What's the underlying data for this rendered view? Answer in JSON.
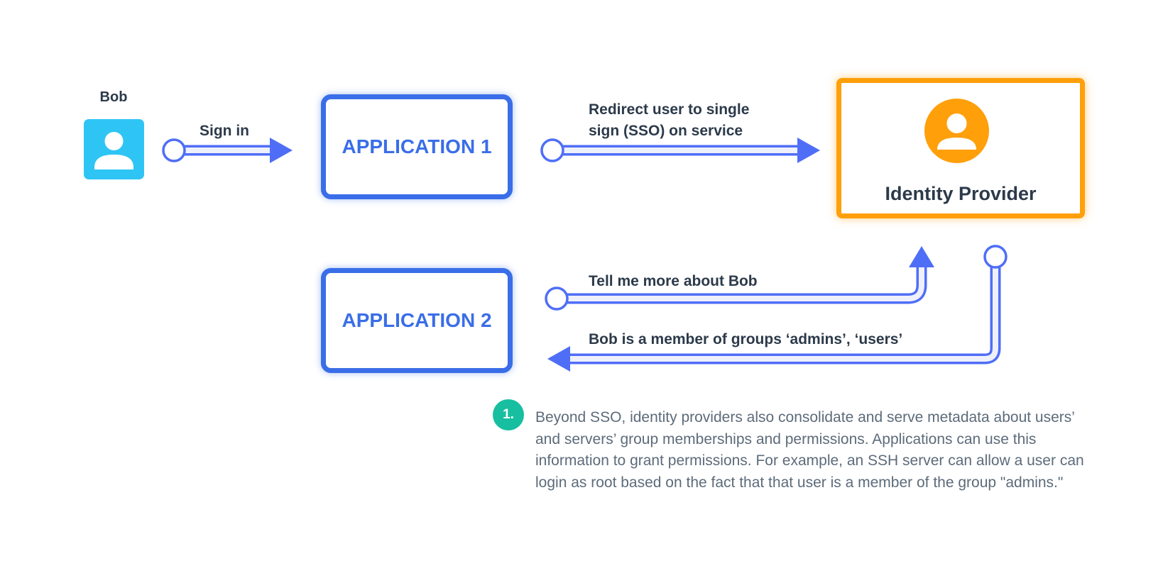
{
  "user": {
    "name": "Bob",
    "icon": "user-icon"
  },
  "applications": [
    {
      "label": "APPLICATION 1"
    },
    {
      "label": "APPLICATION 2"
    }
  ],
  "identity_provider": {
    "label": "Identity Provider",
    "icon": "user-icon"
  },
  "flows": {
    "sign_in": "Sign in",
    "redirect": "Redirect user to single sign (SSO) on service",
    "tell_more": "Tell me more about Bob",
    "member_of": "Bob is a member of groups ‘admins’, ‘users’"
  },
  "note": {
    "number": "1.",
    "text": "Beyond SSO, identity providers also consolidate and serve metadata about users’ and servers’ group memberships and permissions. Applications can use this information to grant permissions. For example, an SSH server can allow a user can login as root based on the fact that that user is a member of the group \"admins.\""
  },
  "colors": {
    "arrow": "#4f6ef7",
    "application_border": "#3a6ee8",
    "identity_provider": "#ff9f0a",
    "user_avatar": "#2ec5f5",
    "note_badge": "#17bfa0"
  }
}
